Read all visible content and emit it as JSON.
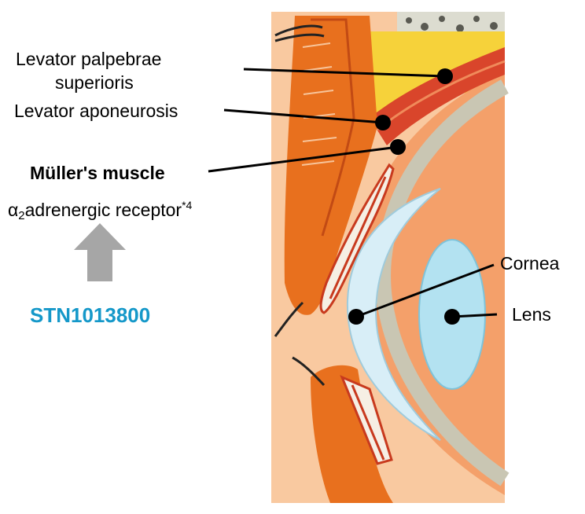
{
  "labels": {
    "levator_palpebrae": "Levator palpebrae",
    "superioris": "superioris",
    "levator_aponeurosis": "Levator aponeurosis",
    "muller": "Müller's muscle",
    "receptor_alpha": "α",
    "receptor_sub": "2",
    "receptor_text": "adrenergic receptor",
    "receptor_note": "*4",
    "cornea": "Cornea",
    "lens": "Lens",
    "drug": "STN1013800"
  },
  "colors": {
    "skin_orange": "#e8701e",
    "tarsus_red": "#c83a1e",
    "fat_yellow": "#f6d23a",
    "cornea_blue": "#d8eef7",
    "lens_blue": "#b3e2f1",
    "sclera_gray": "#c9c6b3",
    "drug_blue": "#1598c9",
    "arrow_gray": "#a6a6a6"
  }
}
